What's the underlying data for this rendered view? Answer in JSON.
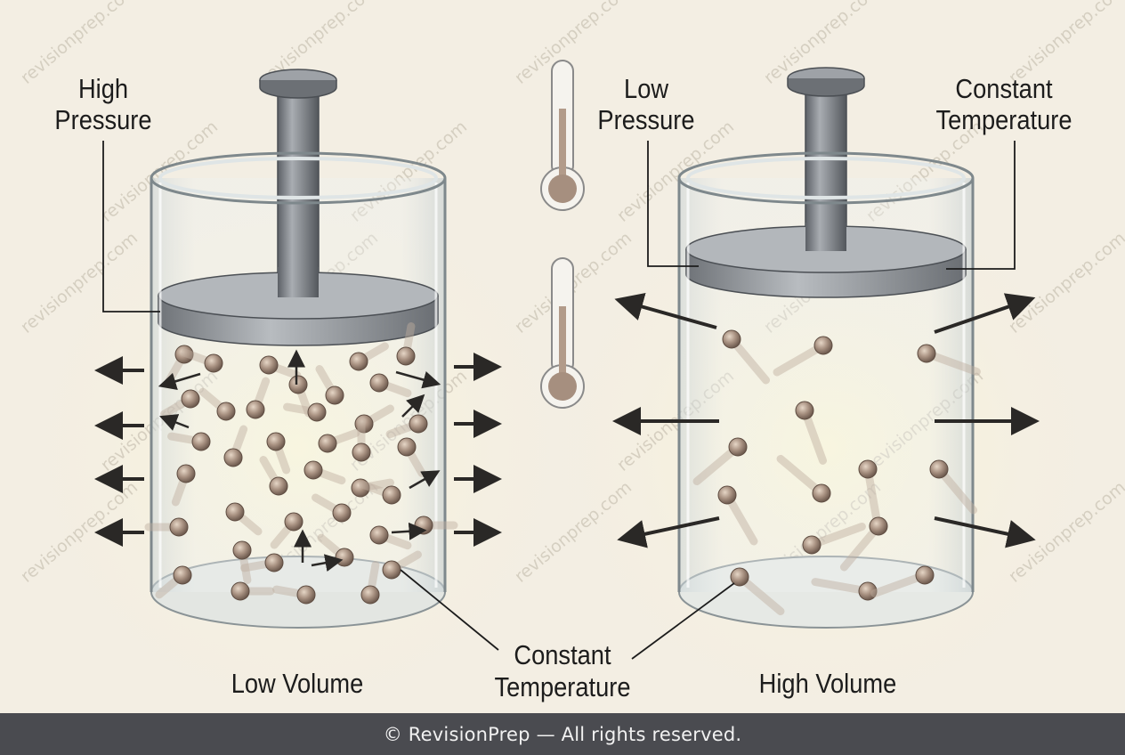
{
  "labels": {
    "high_pressure": [
      "High",
      "Pressure"
    ],
    "low_pressure": [
      "Low",
      "Pressure"
    ],
    "constant_temperature_top": [
      "Constant",
      "Temperature"
    ],
    "constant_temperature_bottom": [
      "Constant",
      "Temperature"
    ],
    "low_volume": "Low Volume",
    "high_volume": "High Volume"
  },
  "watermark": "revisionprep.com",
  "footer": "© RevisionPrep — All rights reserved.",
  "colors": {
    "background": "#f3eee3",
    "glow": "#fbf6dc",
    "particle": "#a68f7f",
    "piston": "#8c9095",
    "arrow": "#2a2826",
    "footer_bg": "#4a4b50",
    "footer_text": "#f1f1f1"
  },
  "icons": [
    "thermometer-icon",
    "thermometer-icon"
  ]
}
